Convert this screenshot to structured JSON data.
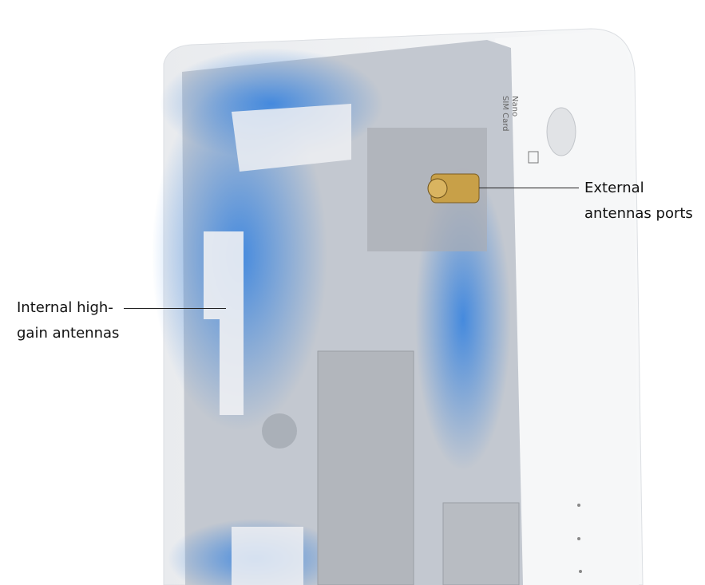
{
  "callouts": {
    "external": {
      "line1": "External",
      "line2": "antennas ports"
    },
    "internal": {
      "line1": "Internal high-",
      "line2": "gain antennas"
    }
  },
  "device": {
    "sim_label_line1": "Nano",
    "sim_label_line2": "SIM Card"
  },
  "colors": {
    "case": "#f4f5f7",
    "interior": "#c9ced6",
    "accent_blue": "#2f7fe0",
    "port_gold": "#c8a048"
  }
}
